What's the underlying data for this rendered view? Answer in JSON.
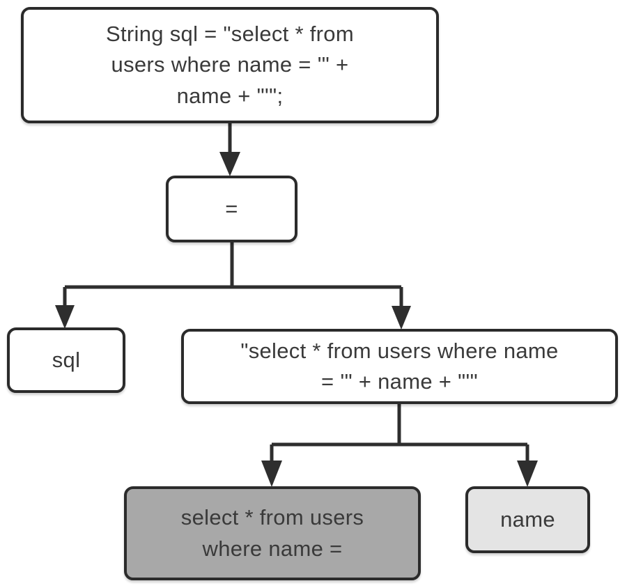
{
  "palette": {
    "background": "#ffffff",
    "line": "#2e2e2e",
    "border": "#2b2b2b",
    "text": "#3a3a3a",
    "node_fill_white": "#ffffff",
    "node_fill_dark": "#a8a8a8",
    "node_fill_light": "#e4e4e4"
  },
  "nodes": {
    "statement": {
      "text": "String sql = \"select * from\nusers where name = '\" +\nname + \"'\";"
    },
    "equals": {
      "text": "="
    },
    "sql": {
      "text": "sql"
    },
    "concat": {
      "text": "\"select * from users where name\n= '\" + name + \"'\""
    },
    "literal": {
      "text": "select * from users\nwhere name ="
    },
    "name": {
      "text": "name"
    }
  }
}
